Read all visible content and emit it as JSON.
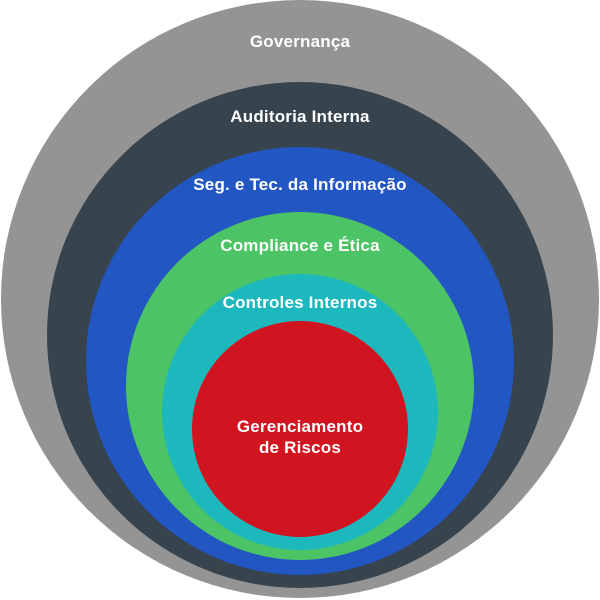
{
  "diagram": {
    "type": "onion-concentric-circles",
    "background_color": "#ffffff",
    "label_color": "#ffffff",
    "rings": [
      {
        "level": 1,
        "label": "Governança",
        "color": "#949494"
      },
      {
        "level": 2,
        "label": "Auditoria Interna",
        "color": "#37444e"
      },
      {
        "level": 3,
        "label": "Seg. e Tec. da Informação",
        "color": "#2256c3"
      },
      {
        "level": 4,
        "label": "Compliance e Ética",
        "color": "#4cc365"
      },
      {
        "level": 5,
        "label": "Controles Internos",
        "color": "#1db8be"
      },
      {
        "level": 6,
        "label": "Gerenciamento de Riscos",
        "color": "#d01420",
        "lines": [
          "Gerenciamento",
          "de Riscos"
        ]
      }
    ]
  }
}
